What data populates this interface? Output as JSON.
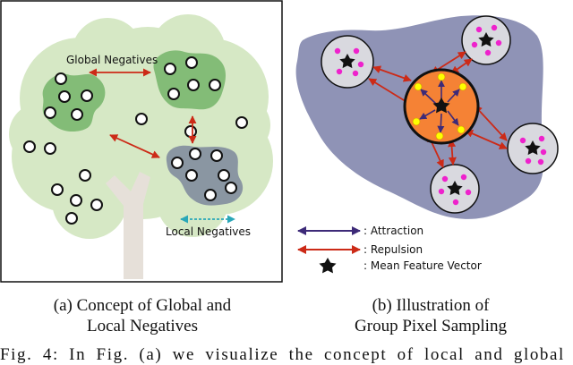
{
  "panel_a": {
    "labels": {
      "global_negatives": "Global Negatives",
      "local_negatives": "Local Negatives"
    },
    "caption_line1": "(a) Concept of Global and",
    "caption_line2": "Local Negatives"
  },
  "panel_b": {
    "legend": {
      "attraction": ": Attraction",
      "repulsion": ": Repulsion",
      "mean_feature_vector": ": Mean Feature Vector"
    },
    "caption_line1": "(b) Illustration of",
    "caption_line2": "Group Pixel Sampling"
  },
  "figure_text": "Fig. 4: In Fig. (a) we visualize the concept of local and global",
  "colors": {
    "tree_canopy": "#d6e8c5",
    "tree_trunk": "#e6e0d9",
    "global_cluster": "#a9d49a",
    "global_cluster_dark": "#74b468",
    "local_cluster": "#8e9aa5",
    "attraction": "#3d2a78",
    "repulsion": "#cc2a17",
    "local_arrow": "#2aa7b8",
    "group_region": "#8f93b6",
    "center_circle": "#f58235",
    "satellite_circle": "#d9d9df",
    "magenta_point": "#ee22cc",
    "yellow_point": "#ffff00"
  }
}
